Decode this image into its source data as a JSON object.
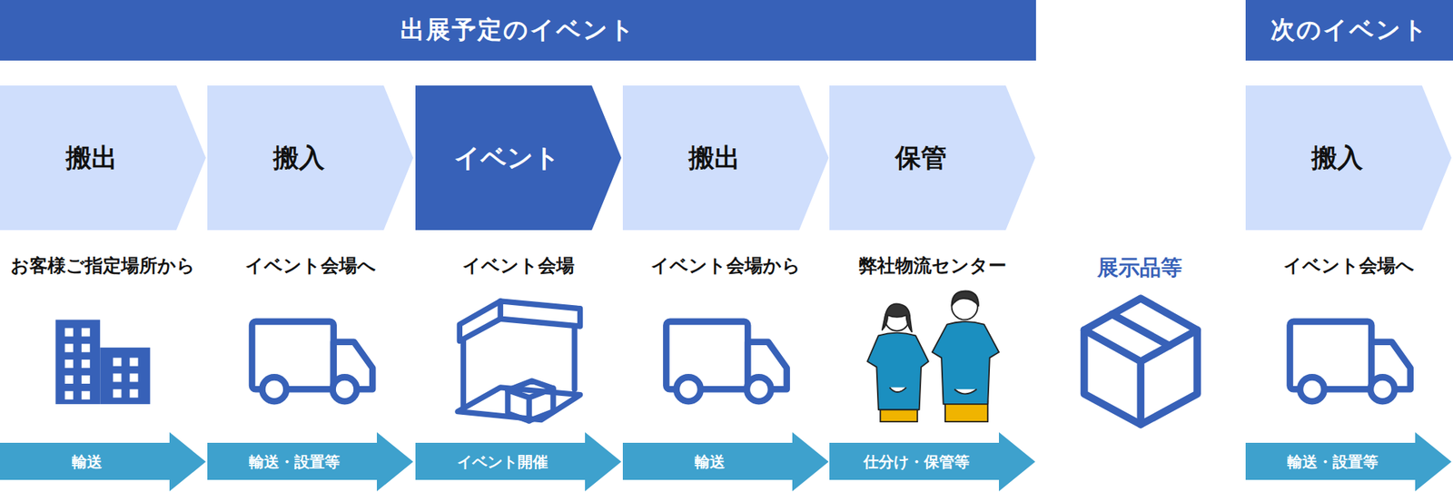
{
  "diagram": {
    "nodes": [
      {
        "text": [
          "出展予定のイベント"
        ]
      },
      {
        "text": [
          "次のイベント"
        ]
      },
      {
        "text": [
          "搬出"
        ]
      },
      {
        "text": [
          "搬入"
        ]
      },
      {
        "text": [
          "イベント"
        ]
      },
      {
        "text": [
          "搬出"
        ]
      },
      {
        "text": [
          "保管"
        ]
      },
      {
        "text": [
          "搬入"
        ]
      },
      {
        "text": [
          "輸送"
        ]
      },
      {
        "text": [
          "輸送・設置等"
        ]
      },
      {
        "text": [
          "イベント開催"
        ]
      },
      {
        "text": [
          "輸送"
        ]
      },
      {
        "text": [
          "仕分け・保管等"
        ]
      },
      {
        "text": [
          "輸送・設置等"
        ]
      }
    ],
    "labels": [
      "お客様ご指定場所から",
      "イベント会場へ",
      "イベント会場",
      "イベント会場から",
      "弊社物流センター",
      "展示品等",
      "イベント会場へ"
    ]
  }
}
